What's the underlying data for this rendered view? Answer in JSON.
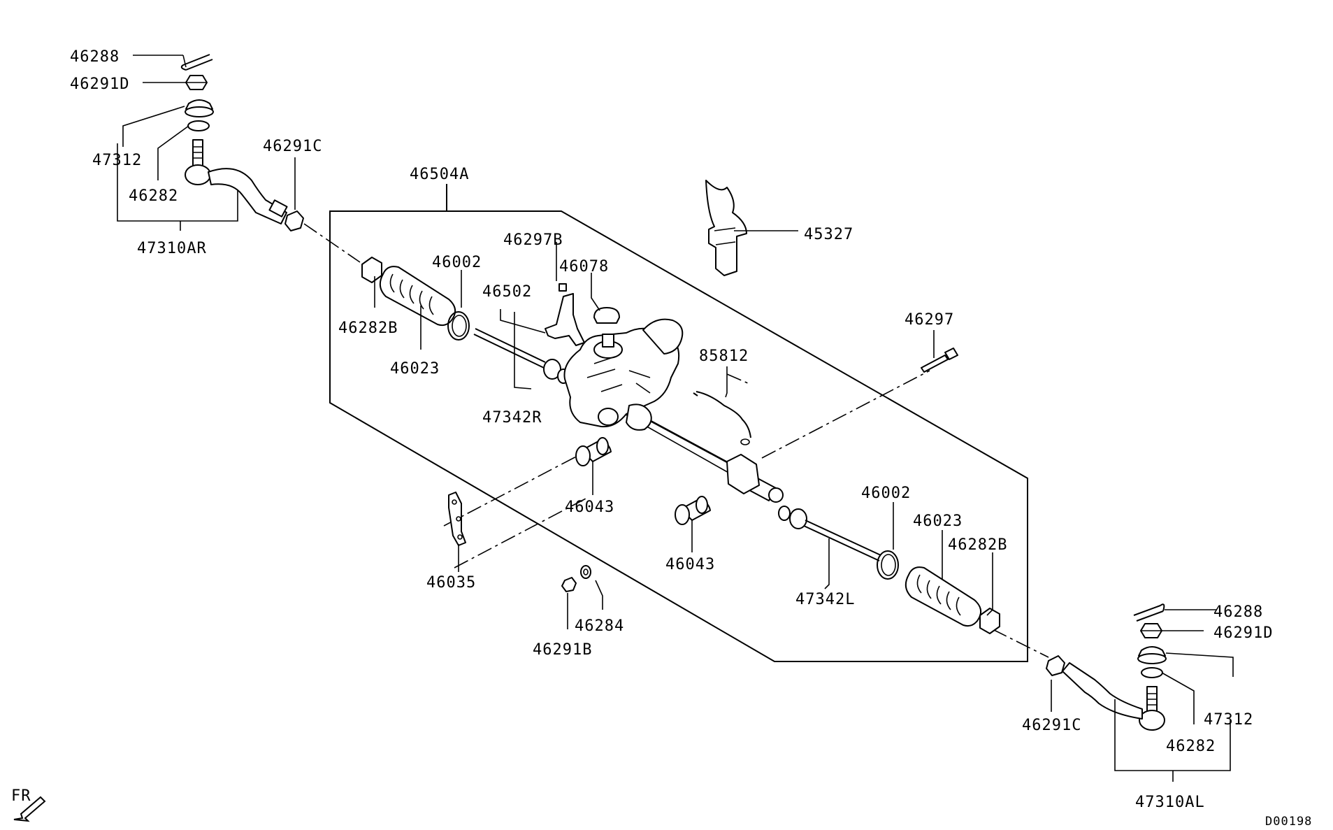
{
  "diagram": {
    "drawing_code": "D00198",
    "direction_label": "FR",
    "parts": {
      "p46288_top": "46288",
      "p46291D_top": "46291D",
      "p47312_top": "47312",
      "p46282_top": "46282",
      "p47310AR": "47310AR",
      "p46291C_top": "46291C",
      "p46504A": "46504A",
      "p46297B": "46297B",
      "p46002_left": "46002",
      "p46078": "46078",
      "p46502": "46502",
      "p45327": "45327",
      "p46282B_left": "46282B",
      "p46023_left": "46023",
      "p47342R": "47342R",
      "p85812": "85812",
      "p46297": "46297",
      "p46043_left": "46043",
      "p46043_right": "46043",
      "p46035": "46035",
      "p46284": "46284",
      "p46291B": "46291B",
      "p46002_right": "46002",
      "p46023_right": "46023",
      "p46282B_right": "46282B",
      "p47342L": "47342L",
      "p46288_bottom": "46288",
      "p46291D_bottom": "46291D",
      "p47312_bottom": "47312",
      "p46282_bottom": "46282",
      "p46291C_bottom": "46291C",
      "p47310AL": "47310AL"
    }
  }
}
